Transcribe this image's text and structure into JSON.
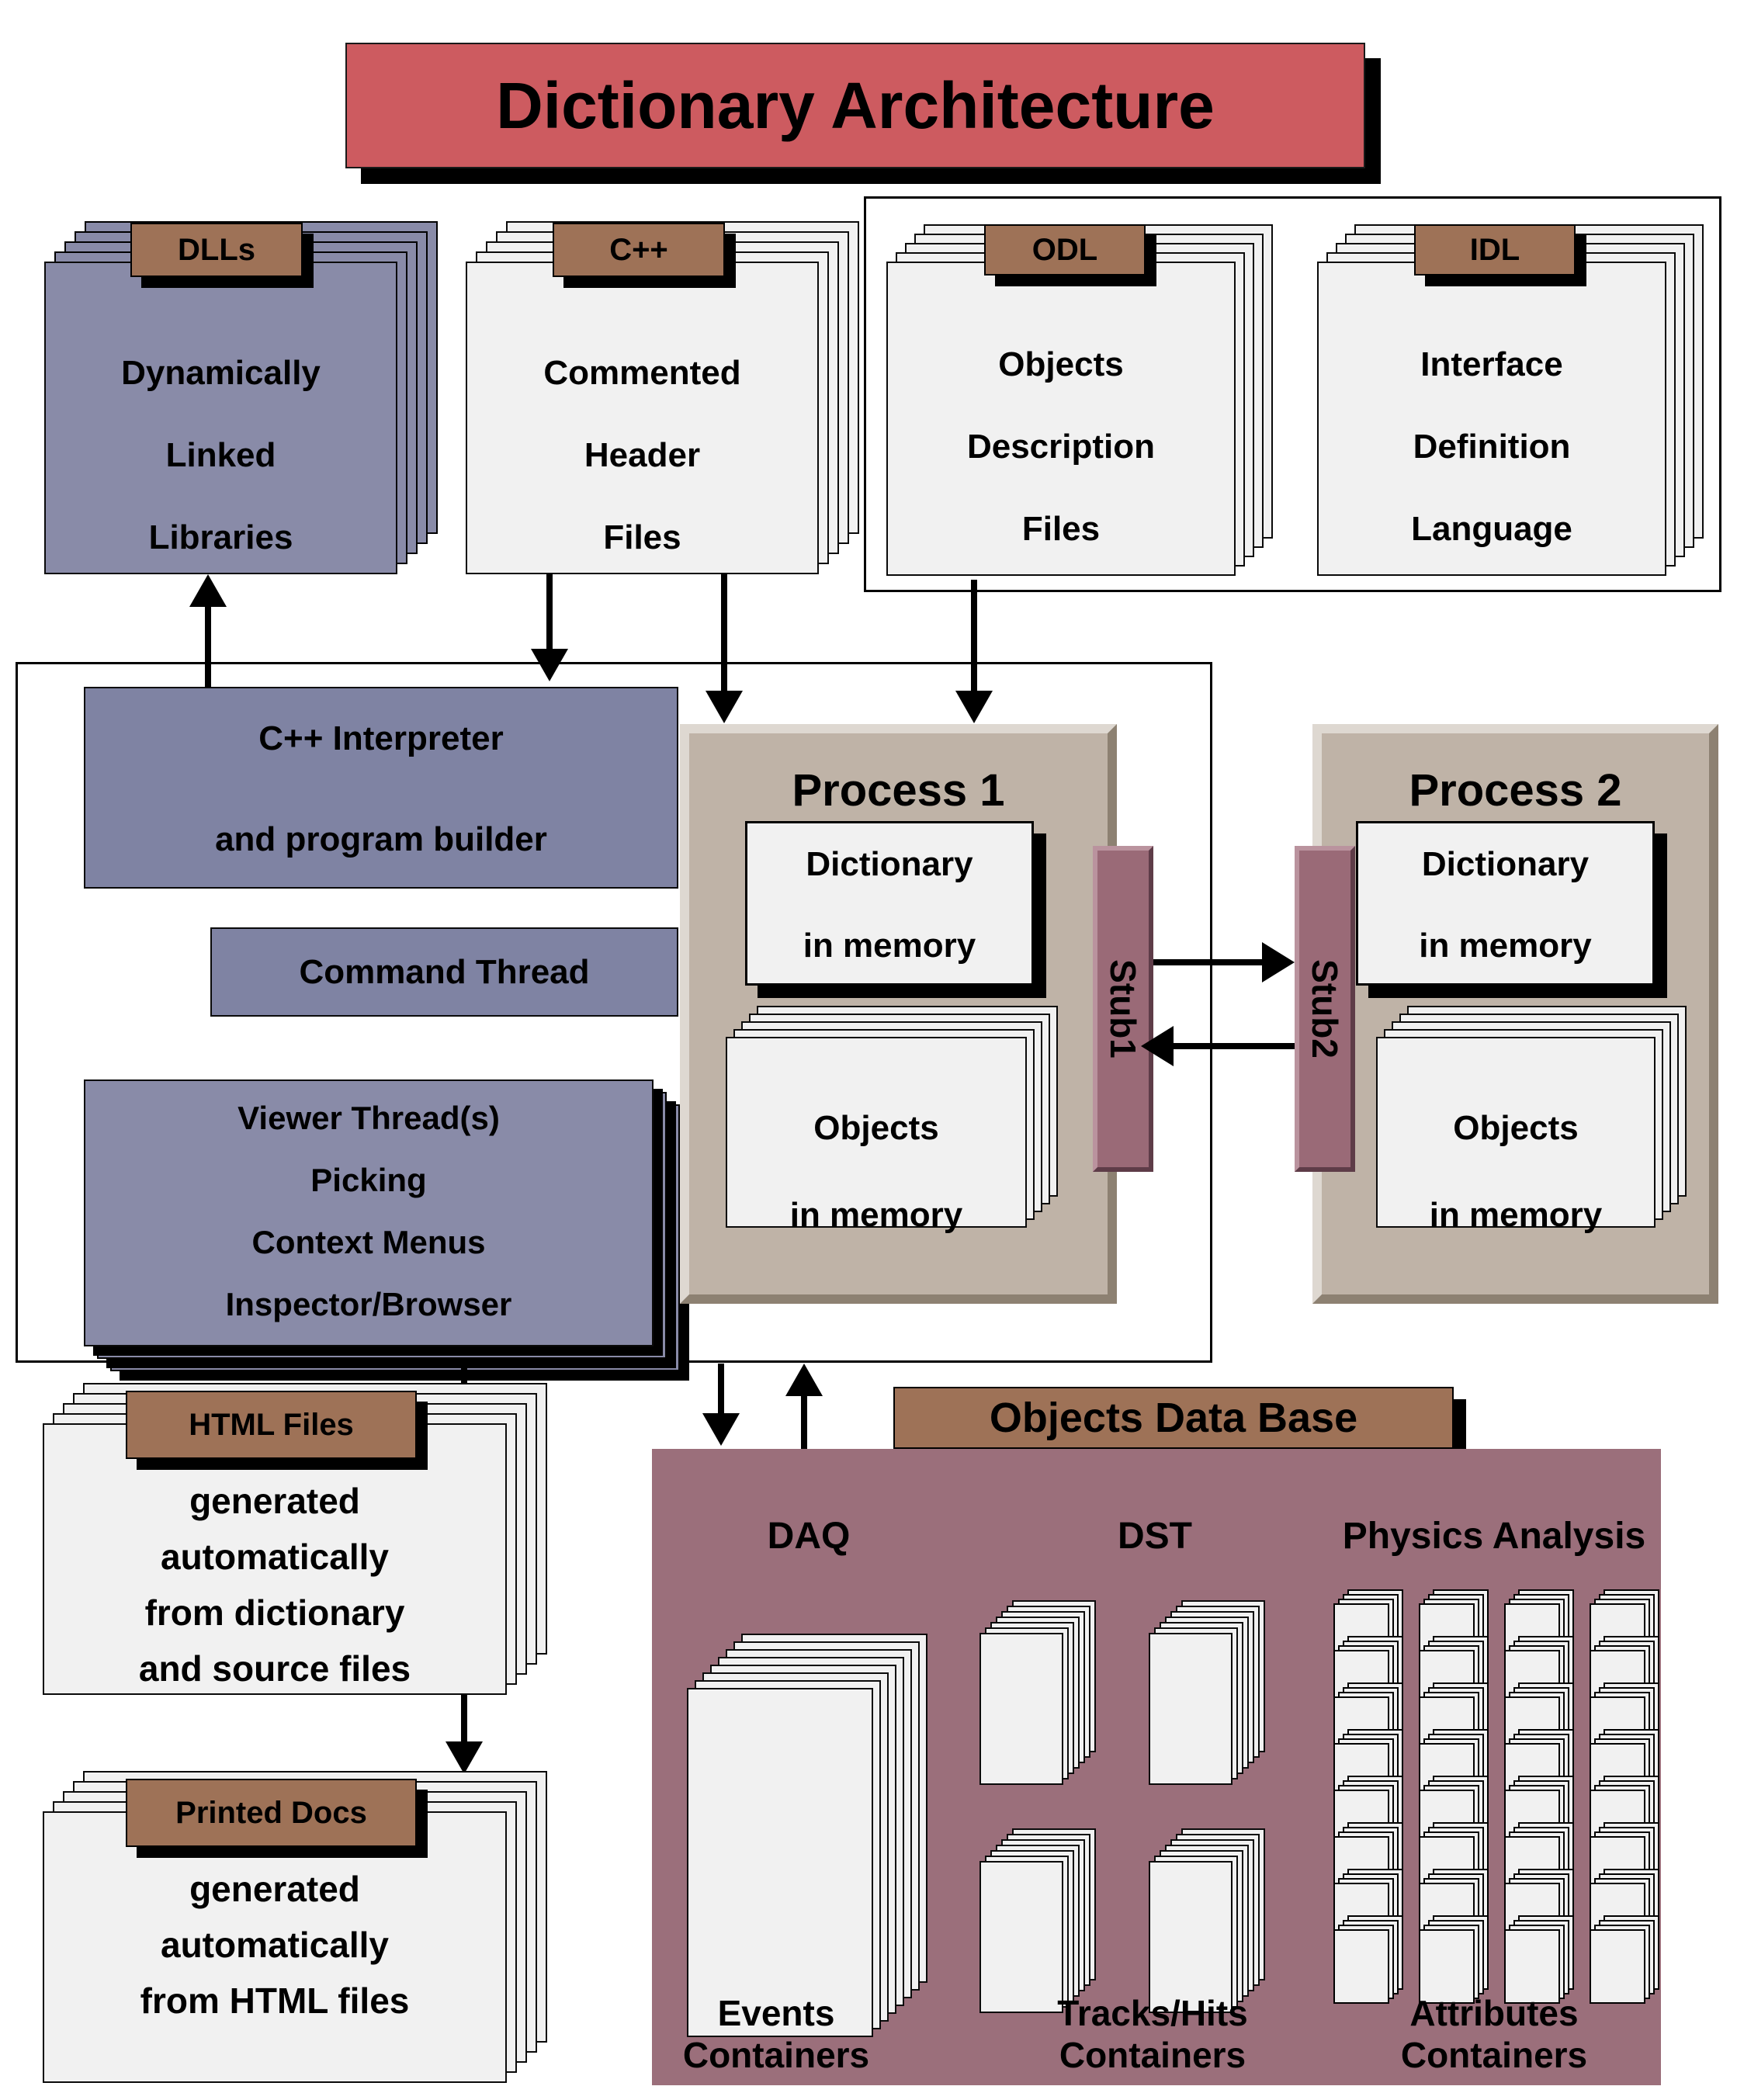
{
  "title": "Dictionary Architecture",
  "stacks": {
    "dlls": {
      "tab": "DLLs",
      "lines": [
        "Dynamically",
        "Linked",
        "Libraries"
      ]
    },
    "cpp": {
      "tab": "C++",
      "lines": [
        "Commented",
        "Header",
        "Files"
      ]
    },
    "odl": {
      "tab": "ODL",
      "lines": [
        "Objects",
        "Description",
        "Files"
      ]
    },
    "idl": {
      "tab": "IDL",
      "lines": [
        "Interface",
        "Definition",
        "Language"
      ]
    }
  },
  "interpreter": {
    "line1": "C++ Interpreter",
    "line2": "and program builder"
  },
  "command_thread": "Command Thread",
  "viewer": {
    "lines": [
      "Viewer Thread(s)",
      "Picking",
      "Context Menus",
      "Inspector/Browser"
    ]
  },
  "process1": {
    "title": "Process 1",
    "dictionary": [
      "Dictionary",
      "in memory"
    ],
    "objects": [
      "Objects",
      "in memory"
    ]
  },
  "process2": {
    "title": "Process 2",
    "dictionary": [
      "Dictionary",
      "in memory"
    ],
    "objects": [
      "Objects",
      "in memory"
    ]
  },
  "stub1": "Stub1",
  "stub2": "Stub2",
  "html_files": {
    "tab": "HTML Files",
    "lines": [
      "generated",
      "automatically",
      "from dictionary",
      "and source files"
    ]
  },
  "printed_docs": {
    "tab": "Printed Docs",
    "lines": [
      "generated",
      "automatically",
      "from HTML files"
    ]
  },
  "database": {
    "tab": "Objects Data Base",
    "sections": [
      {
        "label": "DAQ",
        "caption": [
          "Events",
          "Containers"
        ]
      },
      {
        "label": "DST",
        "caption": [
          "Tracks/Hits",
          "Containers"
        ]
      },
      {
        "label": "Physics Analysis",
        "caption": [
          "Attributes",
          "Containers"
        ]
      }
    ]
  },
  "colors": {
    "title_red": "#cd5b60",
    "tab_brown": "#9e7257",
    "panel_purple": "#7f83a3",
    "page_purple": "#898ba8",
    "page_gray": "#f1f1f1",
    "process_beige": "#bfb3a7",
    "stub_mauve": "#9a6a77",
    "database_mauve": "#9b6f7b"
  }
}
